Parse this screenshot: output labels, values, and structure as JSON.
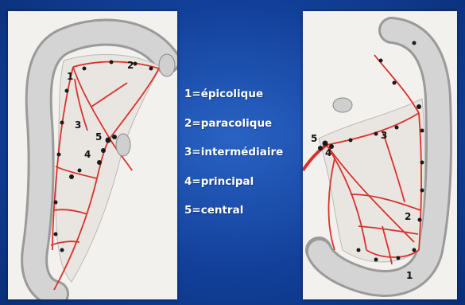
{
  "legend": [
    "1=épicolique",
    "2=paracolique",
    "3=intermédiaire",
    "4=principal",
    "5=central"
  ],
  "left_figure": {
    "labels": [
      "1",
      "2",
      "3",
      "5",
      "4"
    ]
  },
  "right_figure": {
    "labels": [
      "5",
      "4",
      "3",
      "2",
      "1"
    ]
  },
  "colors": {
    "background": "#1a4aa8",
    "vessel": "#d8322c",
    "node": "#1a1a1a",
    "colon": "#c9c9c9"
  }
}
